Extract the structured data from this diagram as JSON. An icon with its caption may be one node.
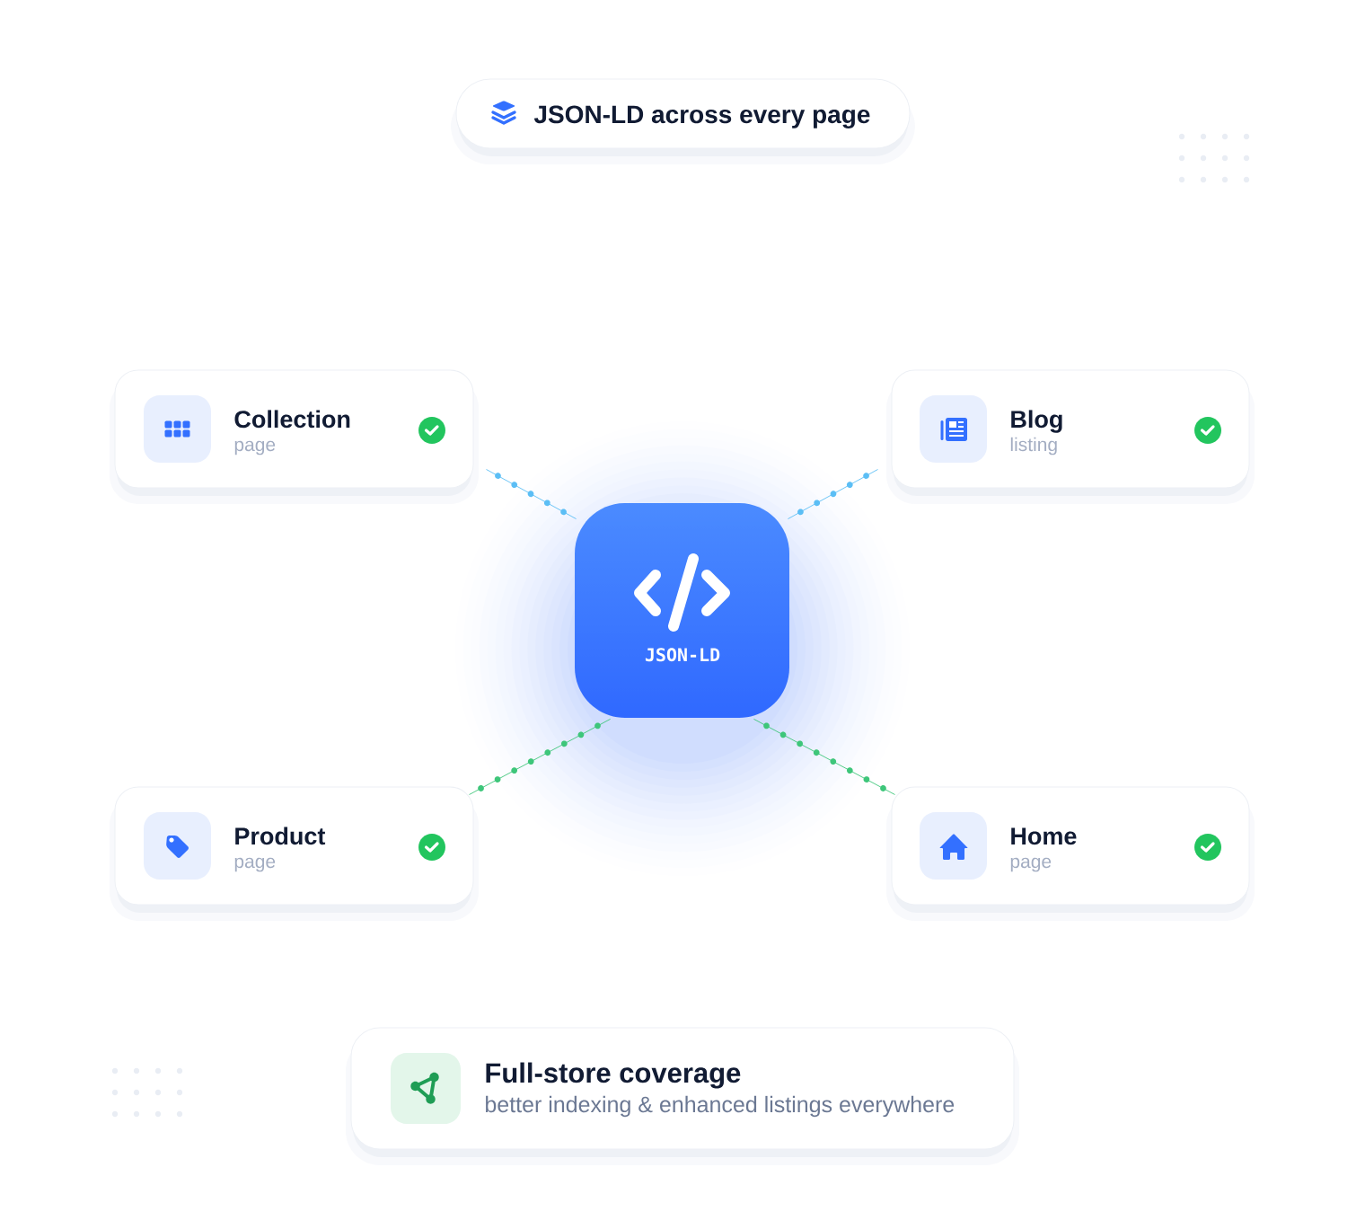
{
  "diagram": {
    "nodes": [
      {
        "text": [
          "JSON-LD across every page"
        ]
      },
      {
        "text": [
          "Collection",
          "page"
        ]
      },
      {
        "text": [
          "Blog",
          "listing"
        ]
      },
      {
        "text": [
          "JSON-LD"
        ]
      },
      {
        "text": [
          "Product",
          "page"
        ]
      },
      {
        "text": [
          "Home",
          "page"
        ]
      },
      {
        "text": [
          "Full-store coverage",
          "better indexing & enhanced listings everywhere"
        ]
      }
    ],
    "edges": [
      {
        "from": 3,
        "to": 1,
        "arrow": "none",
        "color": "#5bbef5"
      },
      {
        "from": 3,
        "to": 2,
        "arrow": "none",
        "color": "#5bbef5"
      },
      {
        "from": 3,
        "to": 4,
        "arrow": "none",
        "color": "#3ec67a"
      },
      {
        "from": 3,
        "to": 5,
        "arrow": "none",
        "color": "#3ec67a"
      }
    ]
  }
}
